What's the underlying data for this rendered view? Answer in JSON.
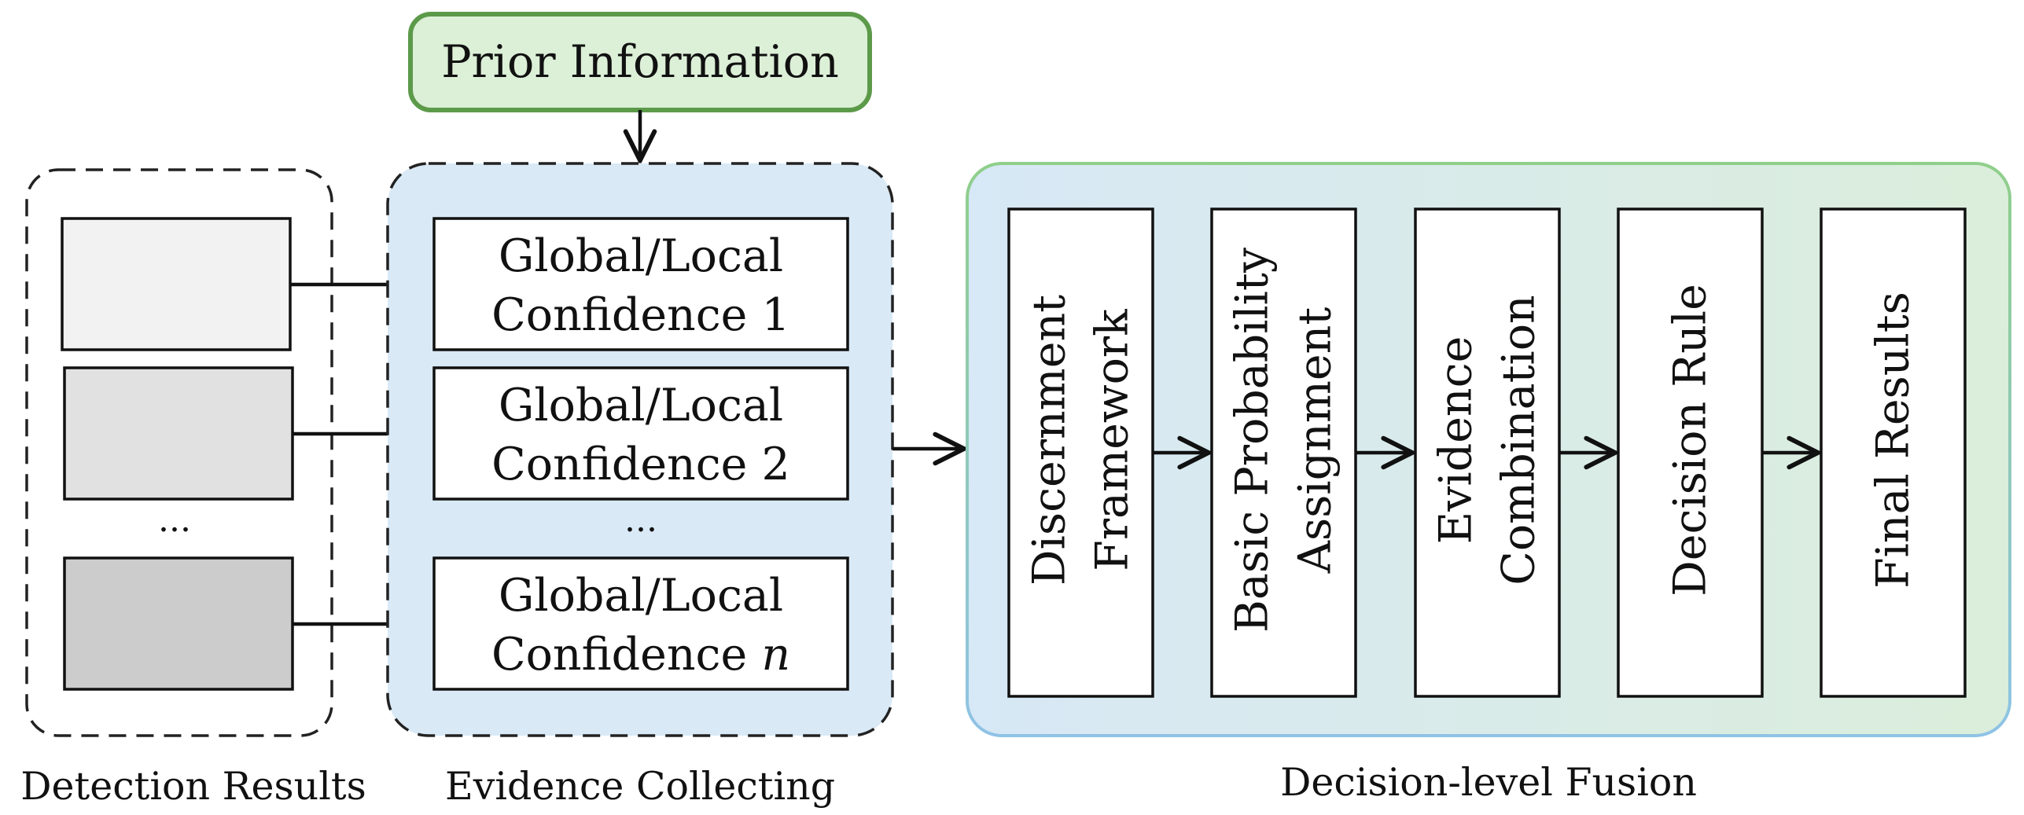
{
  "prior": {
    "label": "Prior Information"
  },
  "detection": {
    "caption": "Detection Results",
    "dots": "...",
    "box_fills": [
      "#f2f2f2",
      "#e1e1e1",
      "#cccccc"
    ]
  },
  "evidence": {
    "caption": "Evidence Collecting",
    "dots": "...",
    "items": [
      {
        "line1": "Global/Local",
        "line2": "Confidence",
        "index": "1"
      },
      {
        "line1": "Global/Local",
        "line2": "Confidence",
        "index": "2"
      },
      {
        "line1": "Global/Local",
        "line2": "Confidence",
        "index": "n"
      }
    ]
  },
  "fusion": {
    "caption": "Decision-level Fusion",
    "stages": [
      {
        "line1": "Discernment",
        "line2": "Framework"
      },
      {
        "line1": "Basic Probability",
        "line2": "Assignment"
      },
      {
        "line1": "Evidence",
        "line2": "Combination"
      },
      {
        "line1": "Decision Rule",
        "line2": ""
      },
      {
        "line1": "Final Results",
        "line2": ""
      }
    ]
  },
  "colors": {
    "prior_fill": "#dcefd7",
    "prior_stroke": "#5c9a4a",
    "evidence_fill": "#d9e9f6",
    "fusion_grad_start": "#d7e8f6",
    "fusion_grad_end": "#dbeedb",
    "fusion_stroke_top": "#8fcf8a",
    "fusion_stroke_bottom": "#8fc3e6",
    "line": "#111111"
  }
}
